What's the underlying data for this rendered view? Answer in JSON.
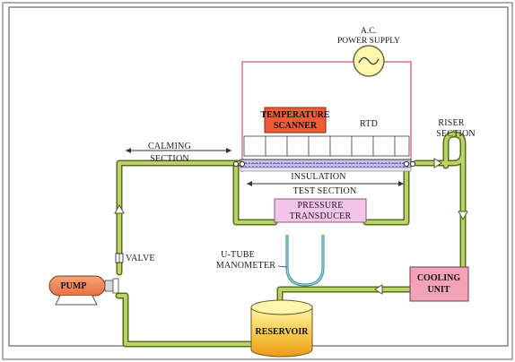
{
  "colors": {
    "pipe_outer": "#5a6b1c",
    "pipe_inner": "#b9d36b",
    "power_wire": "#e0708a",
    "temperature_scanner": "#f25a35",
    "pressure_transducer": "#f2c4e8",
    "cooling_unit": "#f2a3b8",
    "pump": "#f28c60",
    "reservoir_top": "#fff29a",
    "reservoir_bottom": "#f0a020",
    "manometer": "#2f8a93",
    "insulation": "#9fb0ff"
  },
  "labels": {
    "ac_power_supply_line1": "A.C.",
    "ac_power_supply_line2": "POWER SUPPLY",
    "temperature_scanner_line1": "TEMPERATURE",
    "temperature_scanner_line2": "SCANNER",
    "rtd": "RTD",
    "riser_section_line1": "RISER",
    "riser_section_line2": "SECTION",
    "calming_section_line1": "CALMING",
    "calming_section_line2": "SECTION",
    "insulation": "INSULATION",
    "test_section": "TEST SECTION",
    "pressure_transducer_line1": "PRESSURE",
    "pressure_transducer_line2": "TRANSDUCER",
    "u_tube_manometer_line1": "U-TUBE",
    "u_tube_manometer_line2": "MANOMETER",
    "valve": "VALVE",
    "pump": "PUMP",
    "cooling_unit_line1": "COOLING",
    "cooling_unit_line2": "UNIT",
    "reservoir": "RESERVOIR"
  }
}
